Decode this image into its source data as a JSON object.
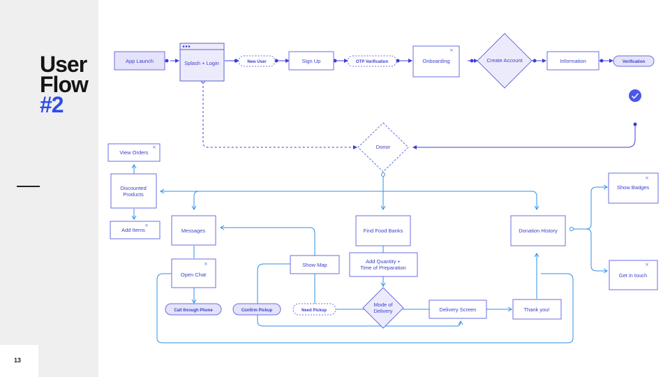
{
  "slide": {
    "title_line1": "User",
    "title_line2": "Flow",
    "title_accent": "#2",
    "page_number": "13"
  },
  "nodes": {
    "app_launch": "App Launch",
    "splash_login": "Splash + Login",
    "new_user": "New User",
    "sign_up": "Sign Up",
    "otp_verification": "OTP Verification",
    "onboarding": "Onboarding",
    "create_account": "Create Account",
    "information": "Information",
    "verification": "Verification",
    "donor": "Donor",
    "view_orders": "View Orders",
    "discounted_products_1": "Discounted",
    "discounted_products_2": "Products",
    "add_items": "Add Items",
    "messages": "Messages",
    "open_chat": "Open Chat",
    "call_through_phone": "Call through Phone",
    "show_map": "Show Map",
    "confirm_pickup": "Confirm Pickup",
    "need_pickup": "Need Pickup",
    "find_food_banks": "Find Food Banks",
    "add_quantity_1": "Add Quantity +",
    "add_quantity_2": "Time of Preparation",
    "mode_of_delivery_1": "Mode of",
    "mode_of_delivery_2": "Delivery",
    "delivery_screen": "Delivery Screen",
    "thank_you": "Thank you!",
    "donation_history": "Donation History",
    "show_badges": "Show Badges",
    "get_in_touch": "Get in touch"
  },
  "colors": {
    "accent": "#2d4ee8",
    "node_stroke": "#6a6ee0",
    "node_fill": "#ecebfb",
    "connector_primary": "#3b3fd8",
    "connector_secondary": "#2f8fe6",
    "sidebar": "#efefef"
  },
  "icons": {
    "close": "close-icon",
    "check": "check-circle-icon",
    "window_dots": "window-dots-icon"
  }
}
